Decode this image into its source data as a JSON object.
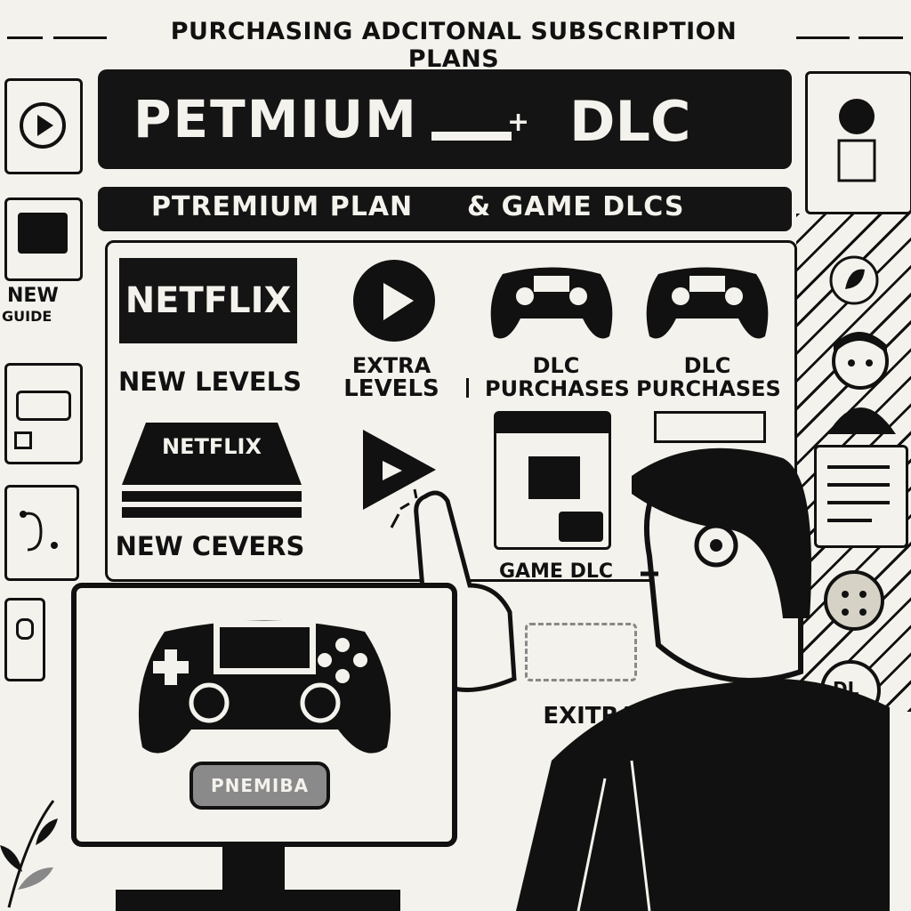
{
  "header": {
    "title": "PURCHASING ADCITONAL SUBSCRIPTION PLANS"
  },
  "banner": {
    "title_left": "PETMIUM",
    "title_right": "DLC"
  },
  "subbar": {
    "left": "PTREMIUM PLAN",
    "right": "& GAME DLCS"
  },
  "tiles": [
    {
      "logo": "NETFLIX",
      "label": "NEW LEVELS"
    },
    {
      "label_line1": "EXTRA",
      "label_line2": "LEVELS"
    },
    {
      "label_line1": "DLC",
      "label_line2": "PURCHASES"
    },
    {
      "label_line1": "DLC",
      "label_line2": "PURCHASES"
    },
    {
      "logo": "NETFLIX",
      "label": "NEW CEVERS"
    },
    {
      "label": "GAME DLC"
    }
  ],
  "sidebar_left": {
    "text_line1": "NEW",
    "text_line2": "GUIDE"
  },
  "sidebar_right": {
    "badge": "DL"
  },
  "monitor": {
    "button_label": "PNEMIBA"
  },
  "extra_label": "EXITRA",
  "colors": {
    "ink": "#111111",
    "paper": "#f4f2ec",
    "button": "#8a8a8a"
  },
  "icons": [
    "play-icon",
    "gamepad-icon",
    "cursor-pointer-icon",
    "person-illustration"
  ]
}
